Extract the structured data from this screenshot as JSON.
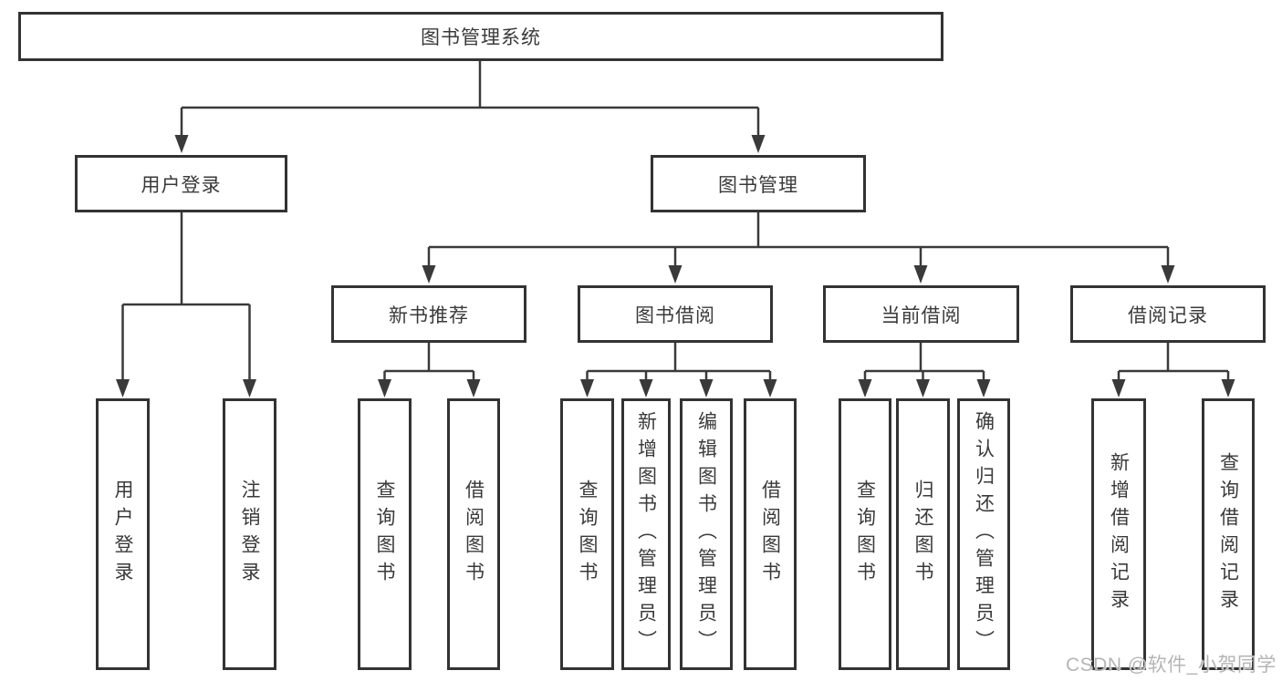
{
  "diagram": {
    "root": {
      "label": "图书管理系统"
    },
    "branches": [
      {
        "label": "用户登录",
        "children": [
          {
            "label": "用户登录"
          },
          {
            "label": "注销登录"
          }
        ]
      },
      {
        "label": "图书管理",
        "children": [
          {
            "label": "新书推荐",
            "children": [
              {
                "label": "查询图书"
              },
              {
                "label": "借阅图书"
              }
            ]
          },
          {
            "label": "图书借阅",
            "children": [
              {
                "label": "查询图书"
              },
              {
                "label": "新增图书（管理员）"
              },
              {
                "label": "编辑图书（管理员）"
              },
              {
                "label": "借阅图书"
              }
            ]
          },
          {
            "label": "当前借阅",
            "children": [
              {
                "label": "查询图书"
              },
              {
                "label": "归还图书"
              },
              {
                "label": "确认归还（管理员）"
              }
            ]
          },
          {
            "label": "借阅记录",
            "children": [
              {
                "label": "新增借阅记录"
              },
              {
                "label": "查询借阅记录"
              }
            ]
          }
        ]
      }
    ]
  },
  "watermark": {
    "text": "CSDN @软件_小贺同学"
  },
  "colors": {
    "line": "#3a3a3a",
    "border": "#333333",
    "text": "#3a3a3a",
    "background": "#ffffff",
    "watermark": "#b5b5b5"
  }
}
